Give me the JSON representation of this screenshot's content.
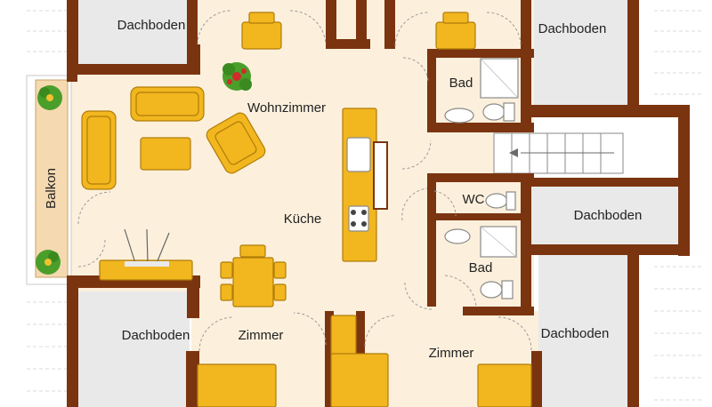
{
  "rooms": {
    "dachboden_top_left": "Dachboden",
    "dachboden_top_right": "Dachboden",
    "bad_upper": "Bad",
    "wohnzimmer": "Wohnzimmer",
    "balkon": "Balkon",
    "kueche": "Küche",
    "wc": "WC",
    "dachboden_mid_right": "Dachboden",
    "bad_lower": "Bad",
    "dachboden_bottom_left": "Dachboden",
    "zimmer_left": "Zimmer",
    "zimmer_right": "Zimmer",
    "dachboden_bottom_right": "Dachboden"
  },
  "colors": {
    "wall": "#7b3410",
    "floor": "#fcf0dc",
    "attic": "#e9e9e9",
    "furniture": "#f2b61f",
    "plant": "#4a9e2a"
  }
}
